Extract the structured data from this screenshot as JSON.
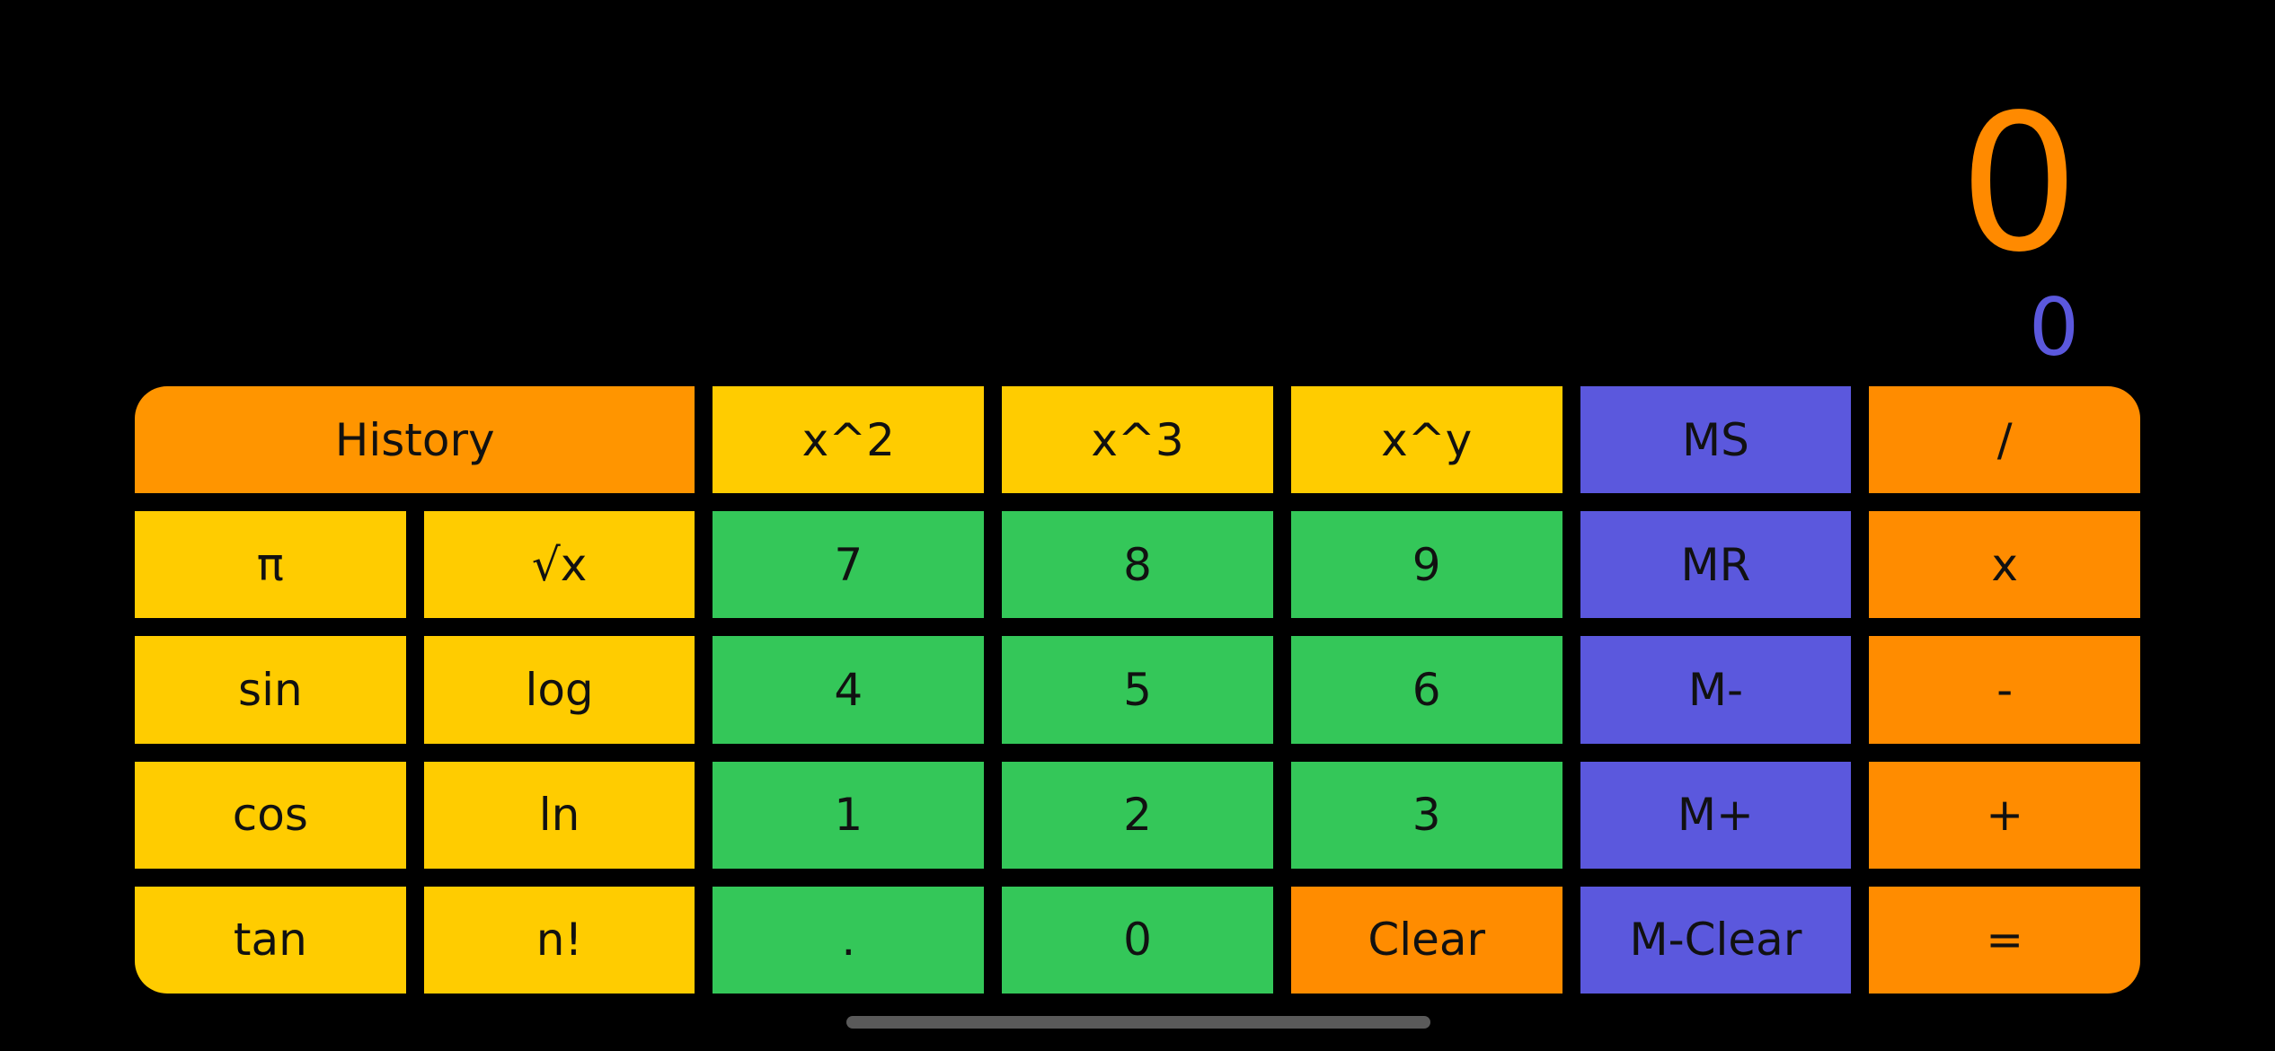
{
  "display": {
    "main_value": "0",
    "memory_value": "0"
  },
  "keys": {
    "history": "History",
    "x_squared": "x^2",
    "x_cubed": "x^3",
    "x_pow_y": "x^y",
    "memory_store": "MS",
    "divide": "/",
    "pi": "π",
    "sqrt": "√x",
    "seven": "7",
    "eight": "8",
    "nine": "9",
    "memory_recall": "MR",
    "multiply": "x",
    "sin": "sin",
    "log": "log",
    "four": "4",
    "five": "5",
    "six": "6",
    "memory_minus": "M-",
    "subtract": "-",
    "cos": "cos",
    "ln": "ln",
    "one": "1",
    "two": "2",
    "three": "3",
    "memory_plus": "M+",
    "add": "+",
    "tan": "tan",
    "factorial": "n!",
    "decimal": ".",
    "zero": "0",
    "clear": "Clear",
    "memory_clear": "M-Clear",
    "equals": "="
  },
  "colors": {
    "display_main": "#ff8a00",
    "display_memory": "#5b58dd",
    "scientific_keys": "#ffcc00",
    "number_keys": "#34c759",
    "memory_keys": "#5b58dd",
    "operator_keys": "#ff8c00",
    "history_key": "#ff9500",
    "background": "#000000"
  }
}
